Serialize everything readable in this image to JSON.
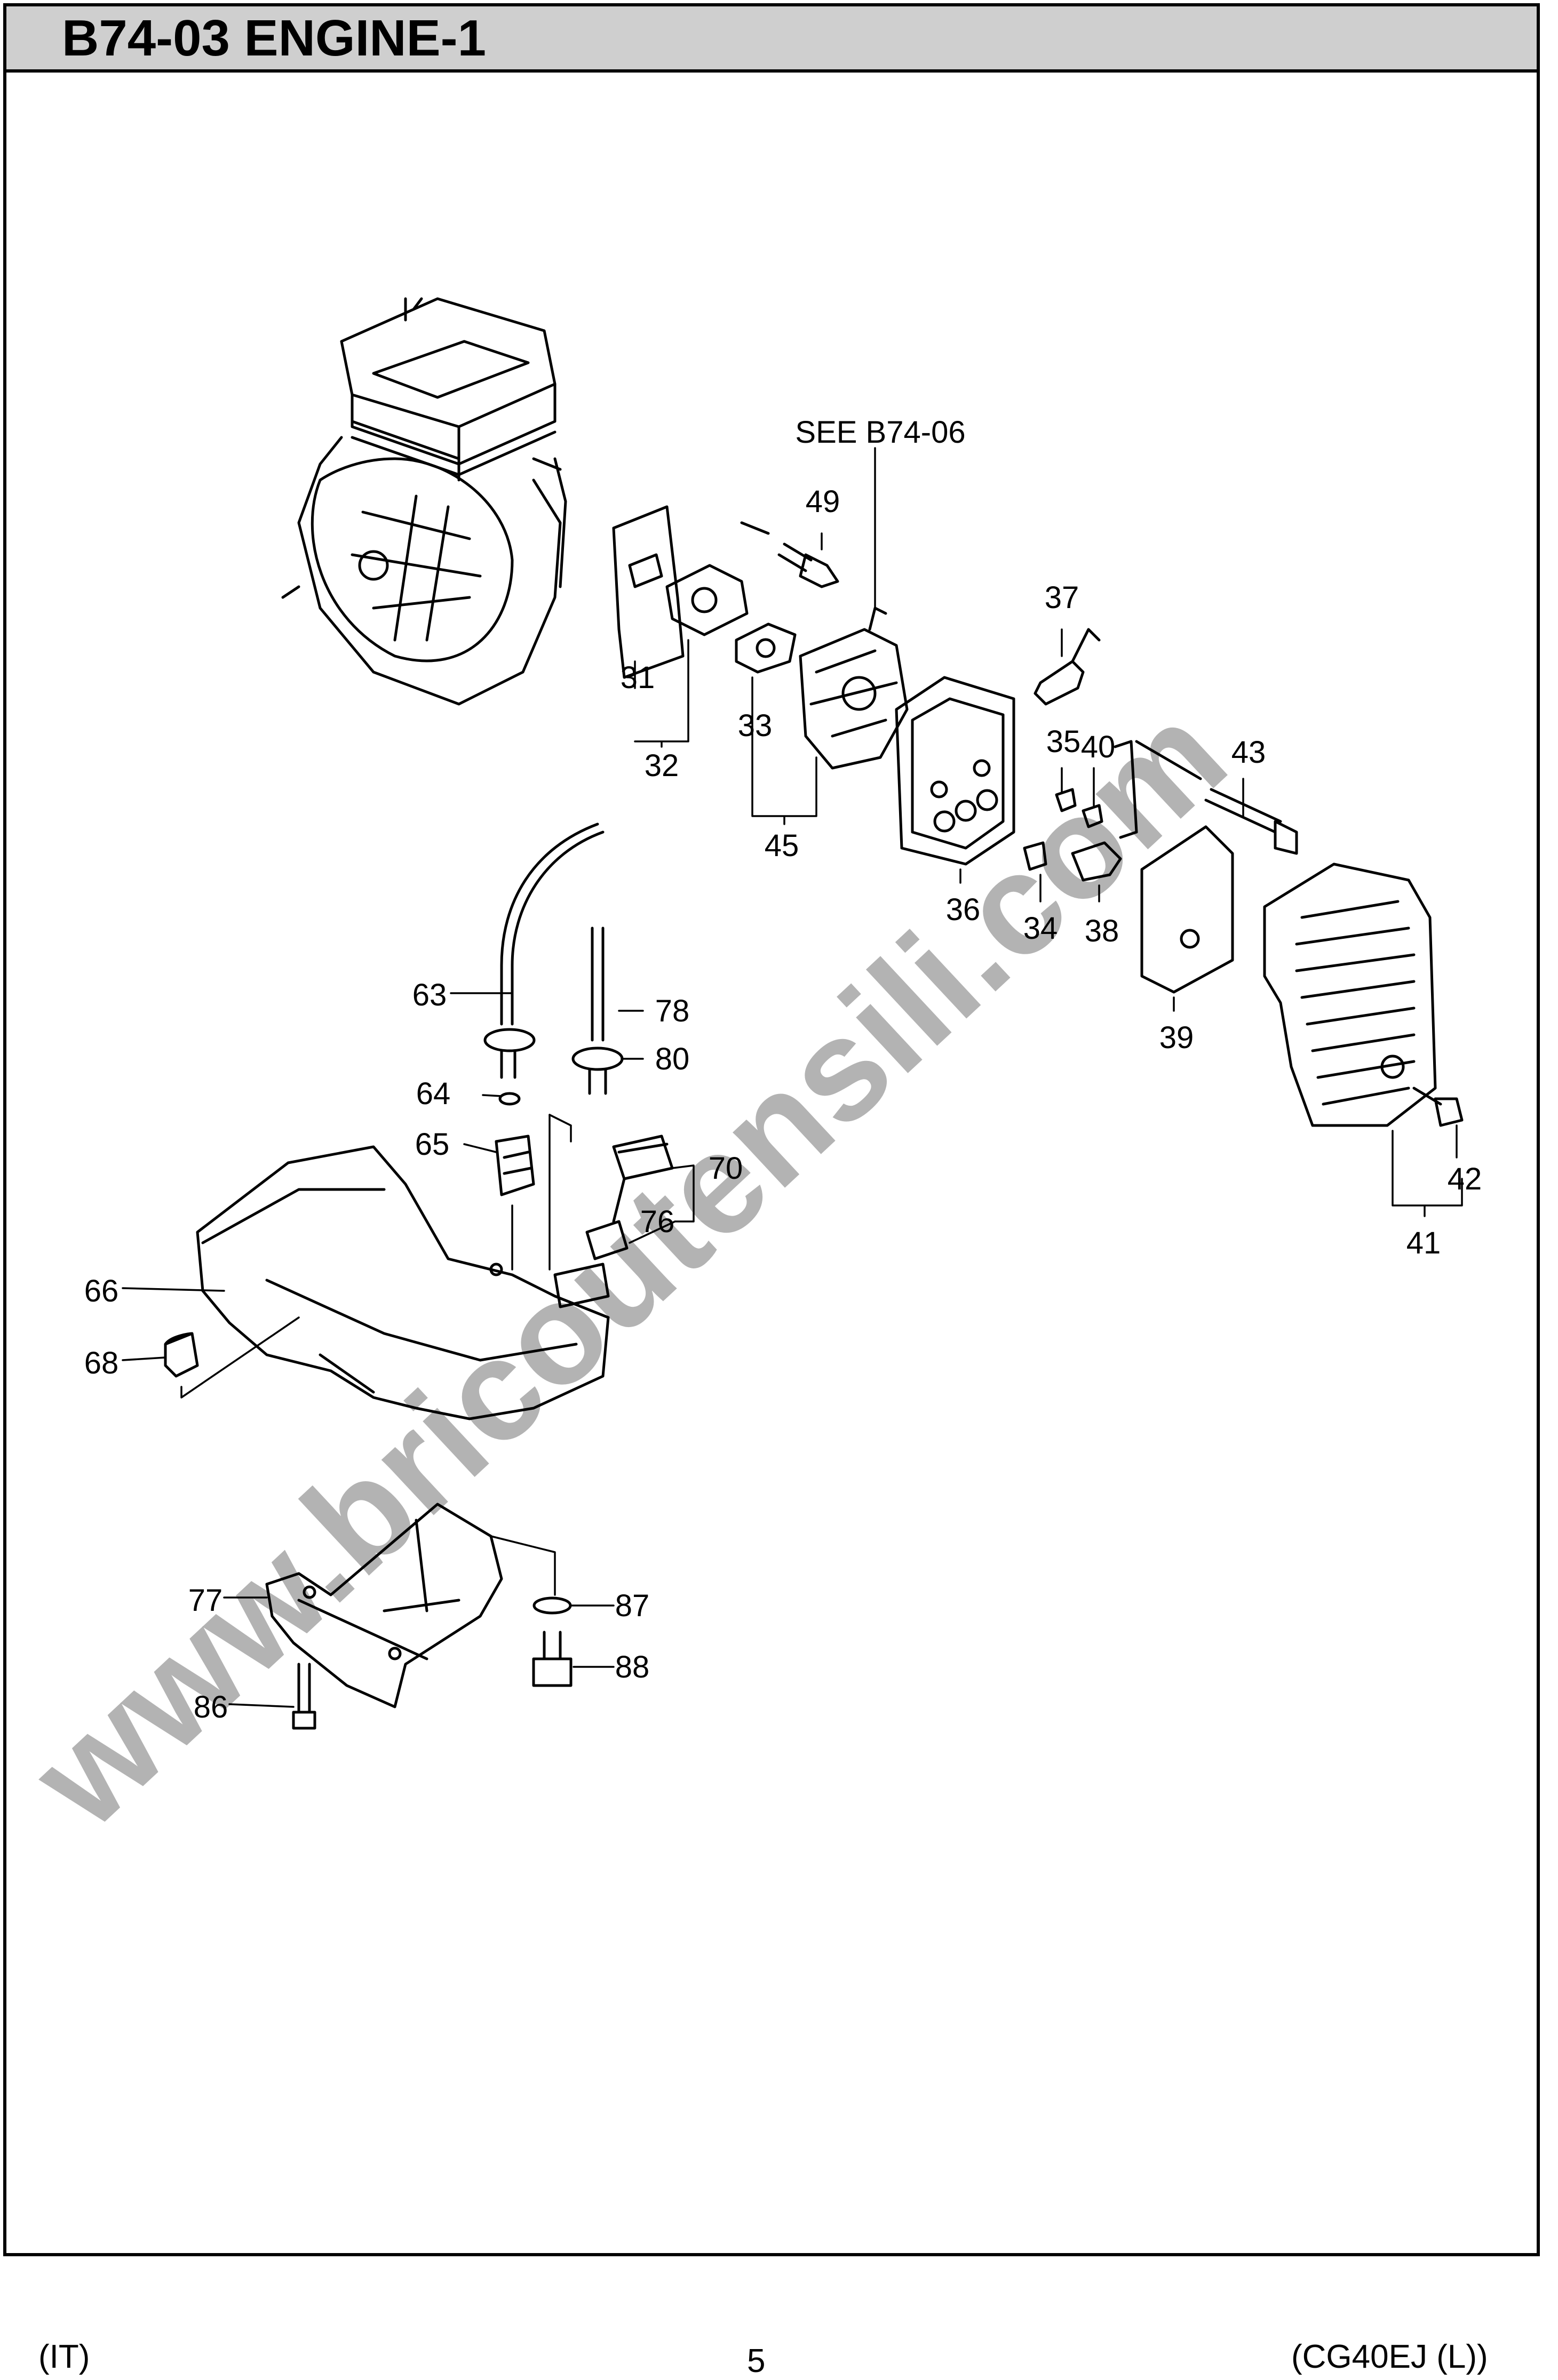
{
  "header": {
    "title": "B74-03 ENGINE-1"
  },
  "diagram": {
    "see_reference": "SEE B74-06",
    "watermark": "www.bricoutensili.com",
    "callouts": [
      "31",
      "32",
      "33",
      "34",
      "35",
      "36",
      "37",
      "38",
      "39",
      "40",
      "41",
      "42",
      "43",
      "45",
      "49",
      "63",
      "64",
      "65",
      "66",
      "68",
      "70",
      "76",
      "77",
      "78",
      "80",
      "86",
      "87",
      "88"
    ]
  },
  "footer": {
    "left": "(IT)",
    "page": "5",
    "right": "(CG40EJ (L))"
  },
  "colors": {
    "header_bg": "#cfcfcf",
    "line": "#000000",
    "watermark": "#9a9a9a"
  }
}
